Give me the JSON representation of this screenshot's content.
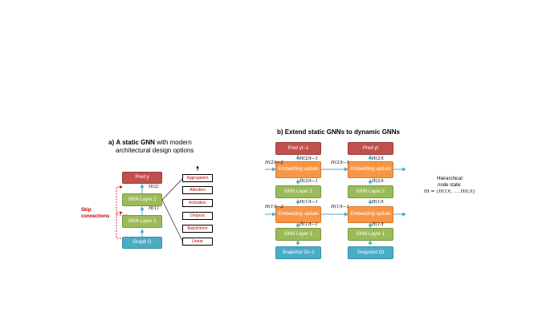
{
  "panel_a": {
    "title_prefix": "a)",
    "title_bold": "A static GNN",
    "title_rest": " with modern",
    "title_line2": "architectural design options",
    "pred": "Pred y",
    "layer2": "GNN Layer 2",
    "layer1": "GNN Layer 1",
    "graph": "Graph G",
    "h2": "H(2)",
    "h1": "H(1)",
    "skip_line1": "Skip",
    "skip_line2": "connections",
    "options": [
      "Aggregation",
      "Attention",
      "Activation",
      "Dropout",
      "BatchNorm",
      "Linear"
    ]
  },
  "panel_b": {
    "title": "b) Extend static GNNs to dynamic GNNs",
    "pred_prev": "Pred yt−1",
    "pred_cur": "Pred yt",
    "emb": "Embedding update",
    "layer2": "GNN Layer 2",
    "layer1": "GNN Layer 1",
    "snap_prev": "Snapshot Gt−1",
    "snap_cur": "Snapshot Gt",
    "labels": {
      "in2_prev": "H(2)t−2",
      "in1_prev": "H(1)t−2",
      "mid2": "H(2)t−1",
      "mid1": "H(1)t−1",
      "out2_prev": "H(2)t−1",
      "out1_prev": "H(1)t−1",
      "hat2_prev": "H̃(2)t−1",
      "hat1_prev": "H̃(1)t−1",
      "out2_cur": "H(2)t",
      "out1_cur": "H(1)t",
      "hat2_cur": "H̃(2)t",
      "hat1_cur": "H̃(1)t"
    },
    "hier_line1": "Hierarchical",
    "hier_line2": "node state:",
    "hier_line3": "Ht = {H(1)t, …, H(L)t}"
  }
}
